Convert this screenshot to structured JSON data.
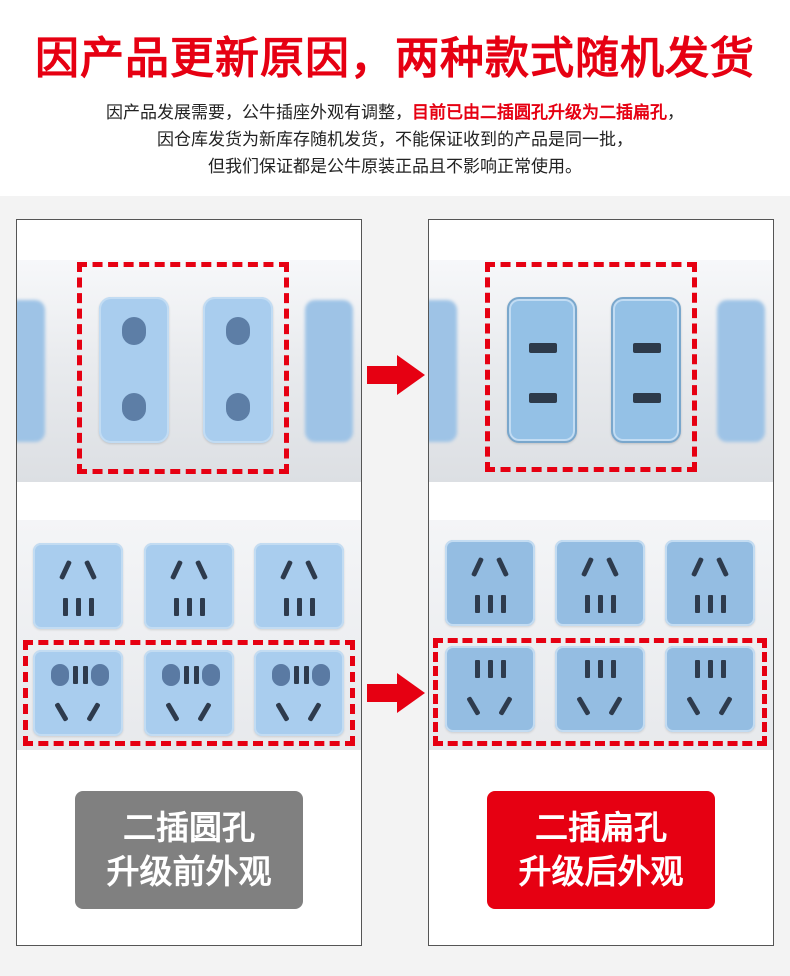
{
  "header": {
    "title": "因产品更新原因，两种款式随机发货"
  },
  "notice": {
    "line1_prefix": "因产品发展需要，公牛插座外观有调整，",
    "line1_highlight": "目前已由二插圆孔升级为二插扁孔",
    "line1_suffix": "，",
    "line2": "因仓库发货为新库存随机发货，不能保证收到的产品是同一批，",
    "line3": "但我们保证都是公牛原装正品且不影响正常使用。"
  },
  "left_panel": {
    "label_line1": "二插圆孔",
    "label_line2": "升级前外观"
  },
  "right_panel": {
    "label_line1": "二插扁孔",
    "label_line2": "升级后外观"
  },
  "icons": [
    "arrow-right-icon",
    "arrow-right-icon"
  ],
  "colors": {
    "accent_red": "#e60012",
    "outlet_blue": "#a9cdee",
    "label_gray": "#808080"
  }
}
